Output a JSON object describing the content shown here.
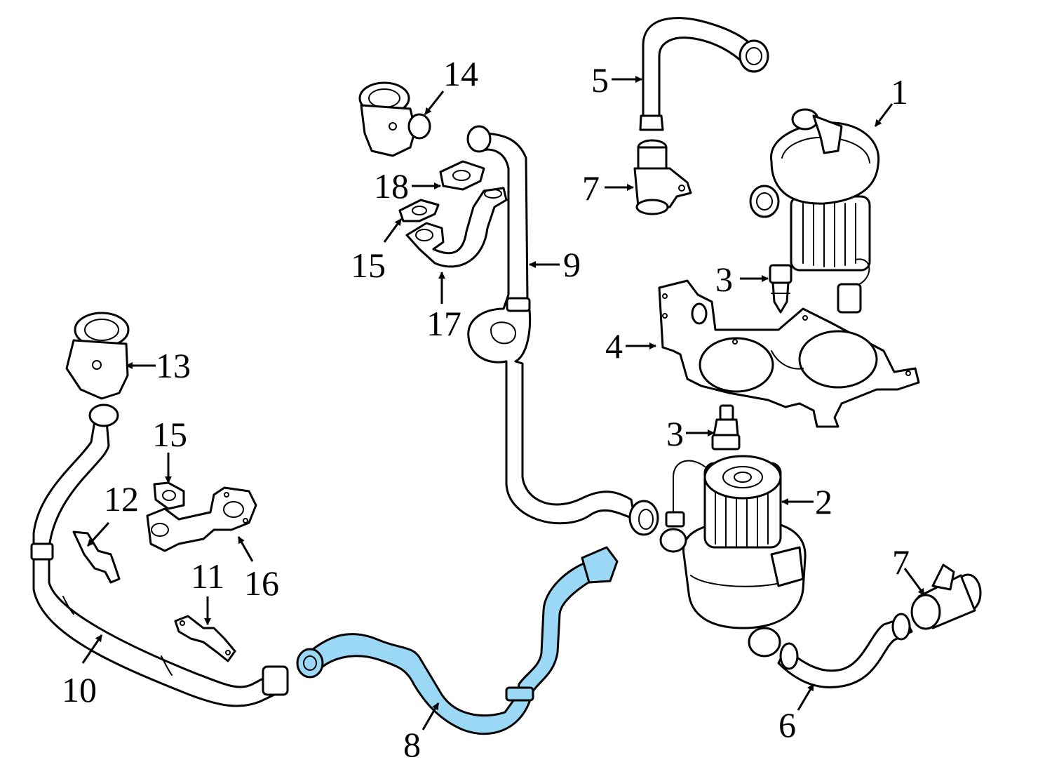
{
  "colors": {
    "background": "#ffffff",
    "line": "#000000",
    "highlight_fill": "#9ad8f5"
  },
  "callouts": {
    "c1": "1",
    "c2": "2",
    "c3a": "3",
    "c3b": "3",
    "c4": "4",
    "c5": "5",
    "c6": "6",
    "c7a": "7",
    "c7b": "7",
    "c8": "8",
    "c9": "9",
    "c10": "10",
    "c11": "11",
    "c12": "12",
    "c13": "13",
    "c14": "14",
    "c15a": "15",
    "c15b": "15",
    "c16": "16",
    "c17": "17",
    "c18": "18"
  },
  "highlighted_part": "8"
}
